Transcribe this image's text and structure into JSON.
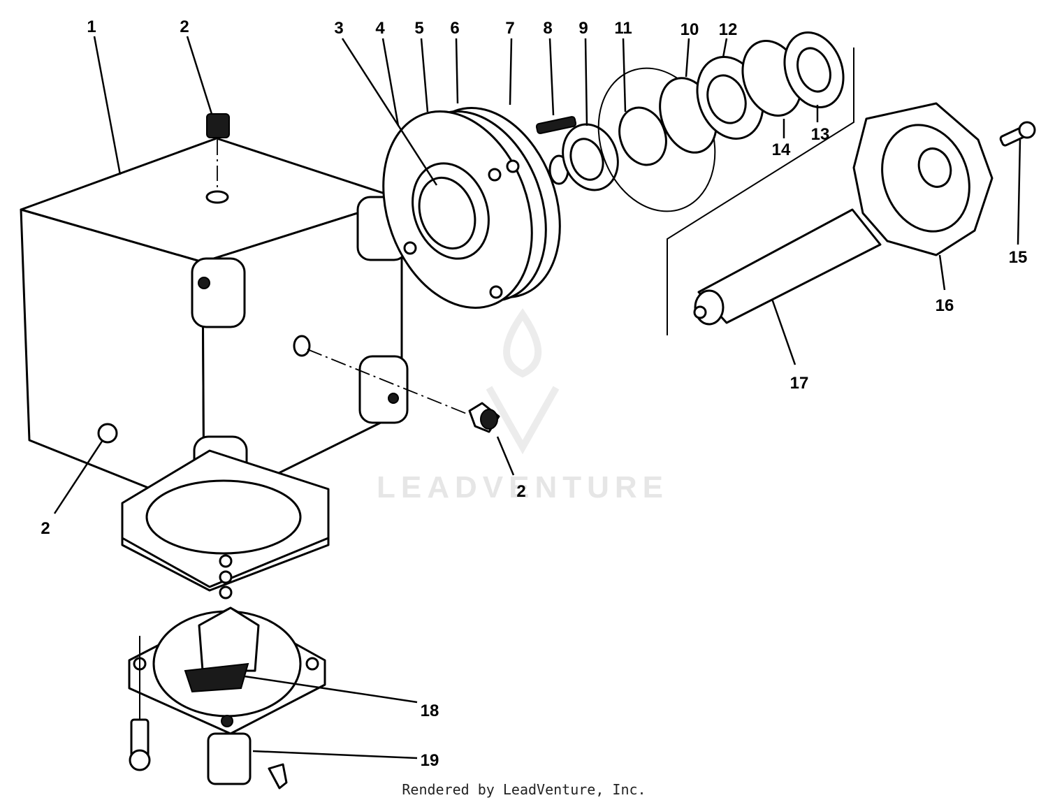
{
  "callouts": [
    {
      "id": "c1",
      "label": "1"
    },
    {
      "id": "c2a",
      "label": "2"
    },
    {
      "id": "c2b",
      "label": "2"
    },
    {
      "id": "c2c",
      "label": "2"
    },
    {
      "id": "c3",
      "label": "3"
    },
    {
      "id": "c4",
      "label": "4"
    },
    {
      "id": "c5",
      "label": "5"
    },
    {
      "id": "c6",
      "label": "6"
    },
    {
      "id": "c7",
      "label": "7"
    },
    {
      "id": "c8",
      "label": "8"
    },
    {
      "id": "c9",
      "label": "9"
    },
    {
      "id": "c11",
      "label": "11"
    },
    {
      "id": "c10",
      "label": "10"
    },
    {
      "id": "c12",
      "label": "12"
    },
    {
      "id": "c13",
      "label": "13"
    },
    {
      "id": "c14",
      "label": "14"
    },
    {
      "id": "c15",
      "label": "15"
    },
    {
      "id": "c16",
      "label": "16"
    },
    {
      "id": "c17",
      "label": "17"
    },
    {
      "id": "c18",
      "label": "18"
    },
    {
      "id": "c19",
      "label": "19"
    }
  ],
  "watermark": "LEADVENTURE",
  "credit": "Rendered by LeadVenture, Inc."
}
